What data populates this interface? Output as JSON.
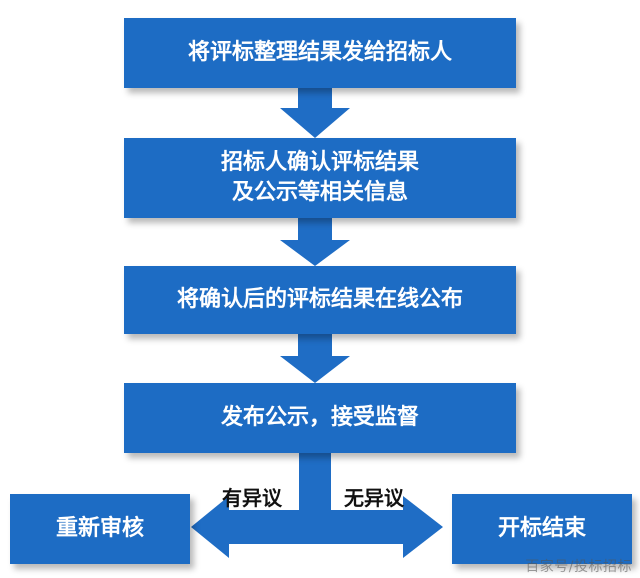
{
  "diagram": {
    "steps": [
      {
        "label": "将评标整理结果发给招标人"
      },
      {
        "label_lines": [
          "招标人确认评标结果",
          "及公示等相关信息"
        ]
      },
      {
        "label": "将确认后的评标结果在线公布"
      },
      {
        "label": "发布公示，接受监督"
      }
    ],
    "branch_left": {
      "edge_label": "有异议",
      "target_label": "重新审核"
    },
    "branch_right": {
      "edge_label": "无异议",
      "target_label": "开标结束"
    }
  },
  "watermark": "百家号/投标招标",
  "colors": {
    "box_fill": "#1d6cc4",
    "arrow_fill": "#1f6dc5",
    "text_on_box": "#ffffff"
  }
}
